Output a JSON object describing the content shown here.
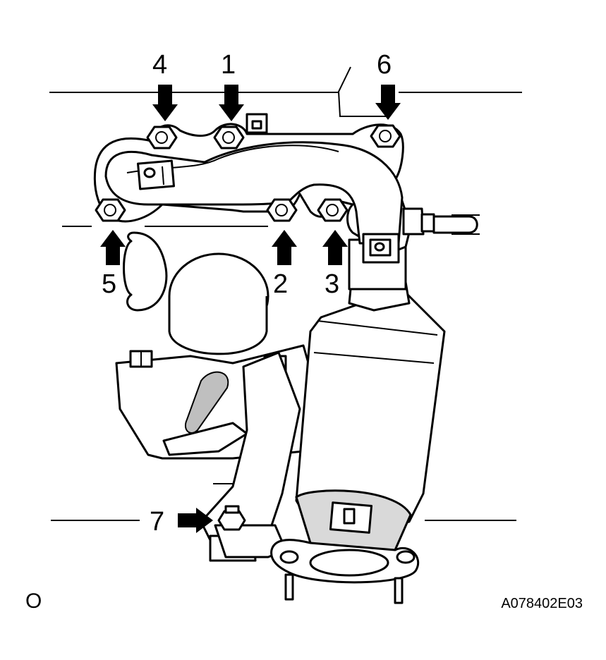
{
  "diagram": {
    "callouts": [
      {
        "id": "bolt-4",
        "label": "4"
      },
      {
        "id": "bolt-1",
        "label": "1"
      },
      {
        "id": "bolt-6",
        "label": "6"
      },
      {
        "id": "bolt-5",
        "label": "5"
      },
      {
        "id": "bolt-2",
        "label": "2"
      },
      {
        "id": "bolt-3",
        "label": "3"
      },
      {
        "id": "bolt-7",
        "label": "7"
      }
    ],
    "corner_left": "O",
    "figure_code": "A078402E03"
  }
}
